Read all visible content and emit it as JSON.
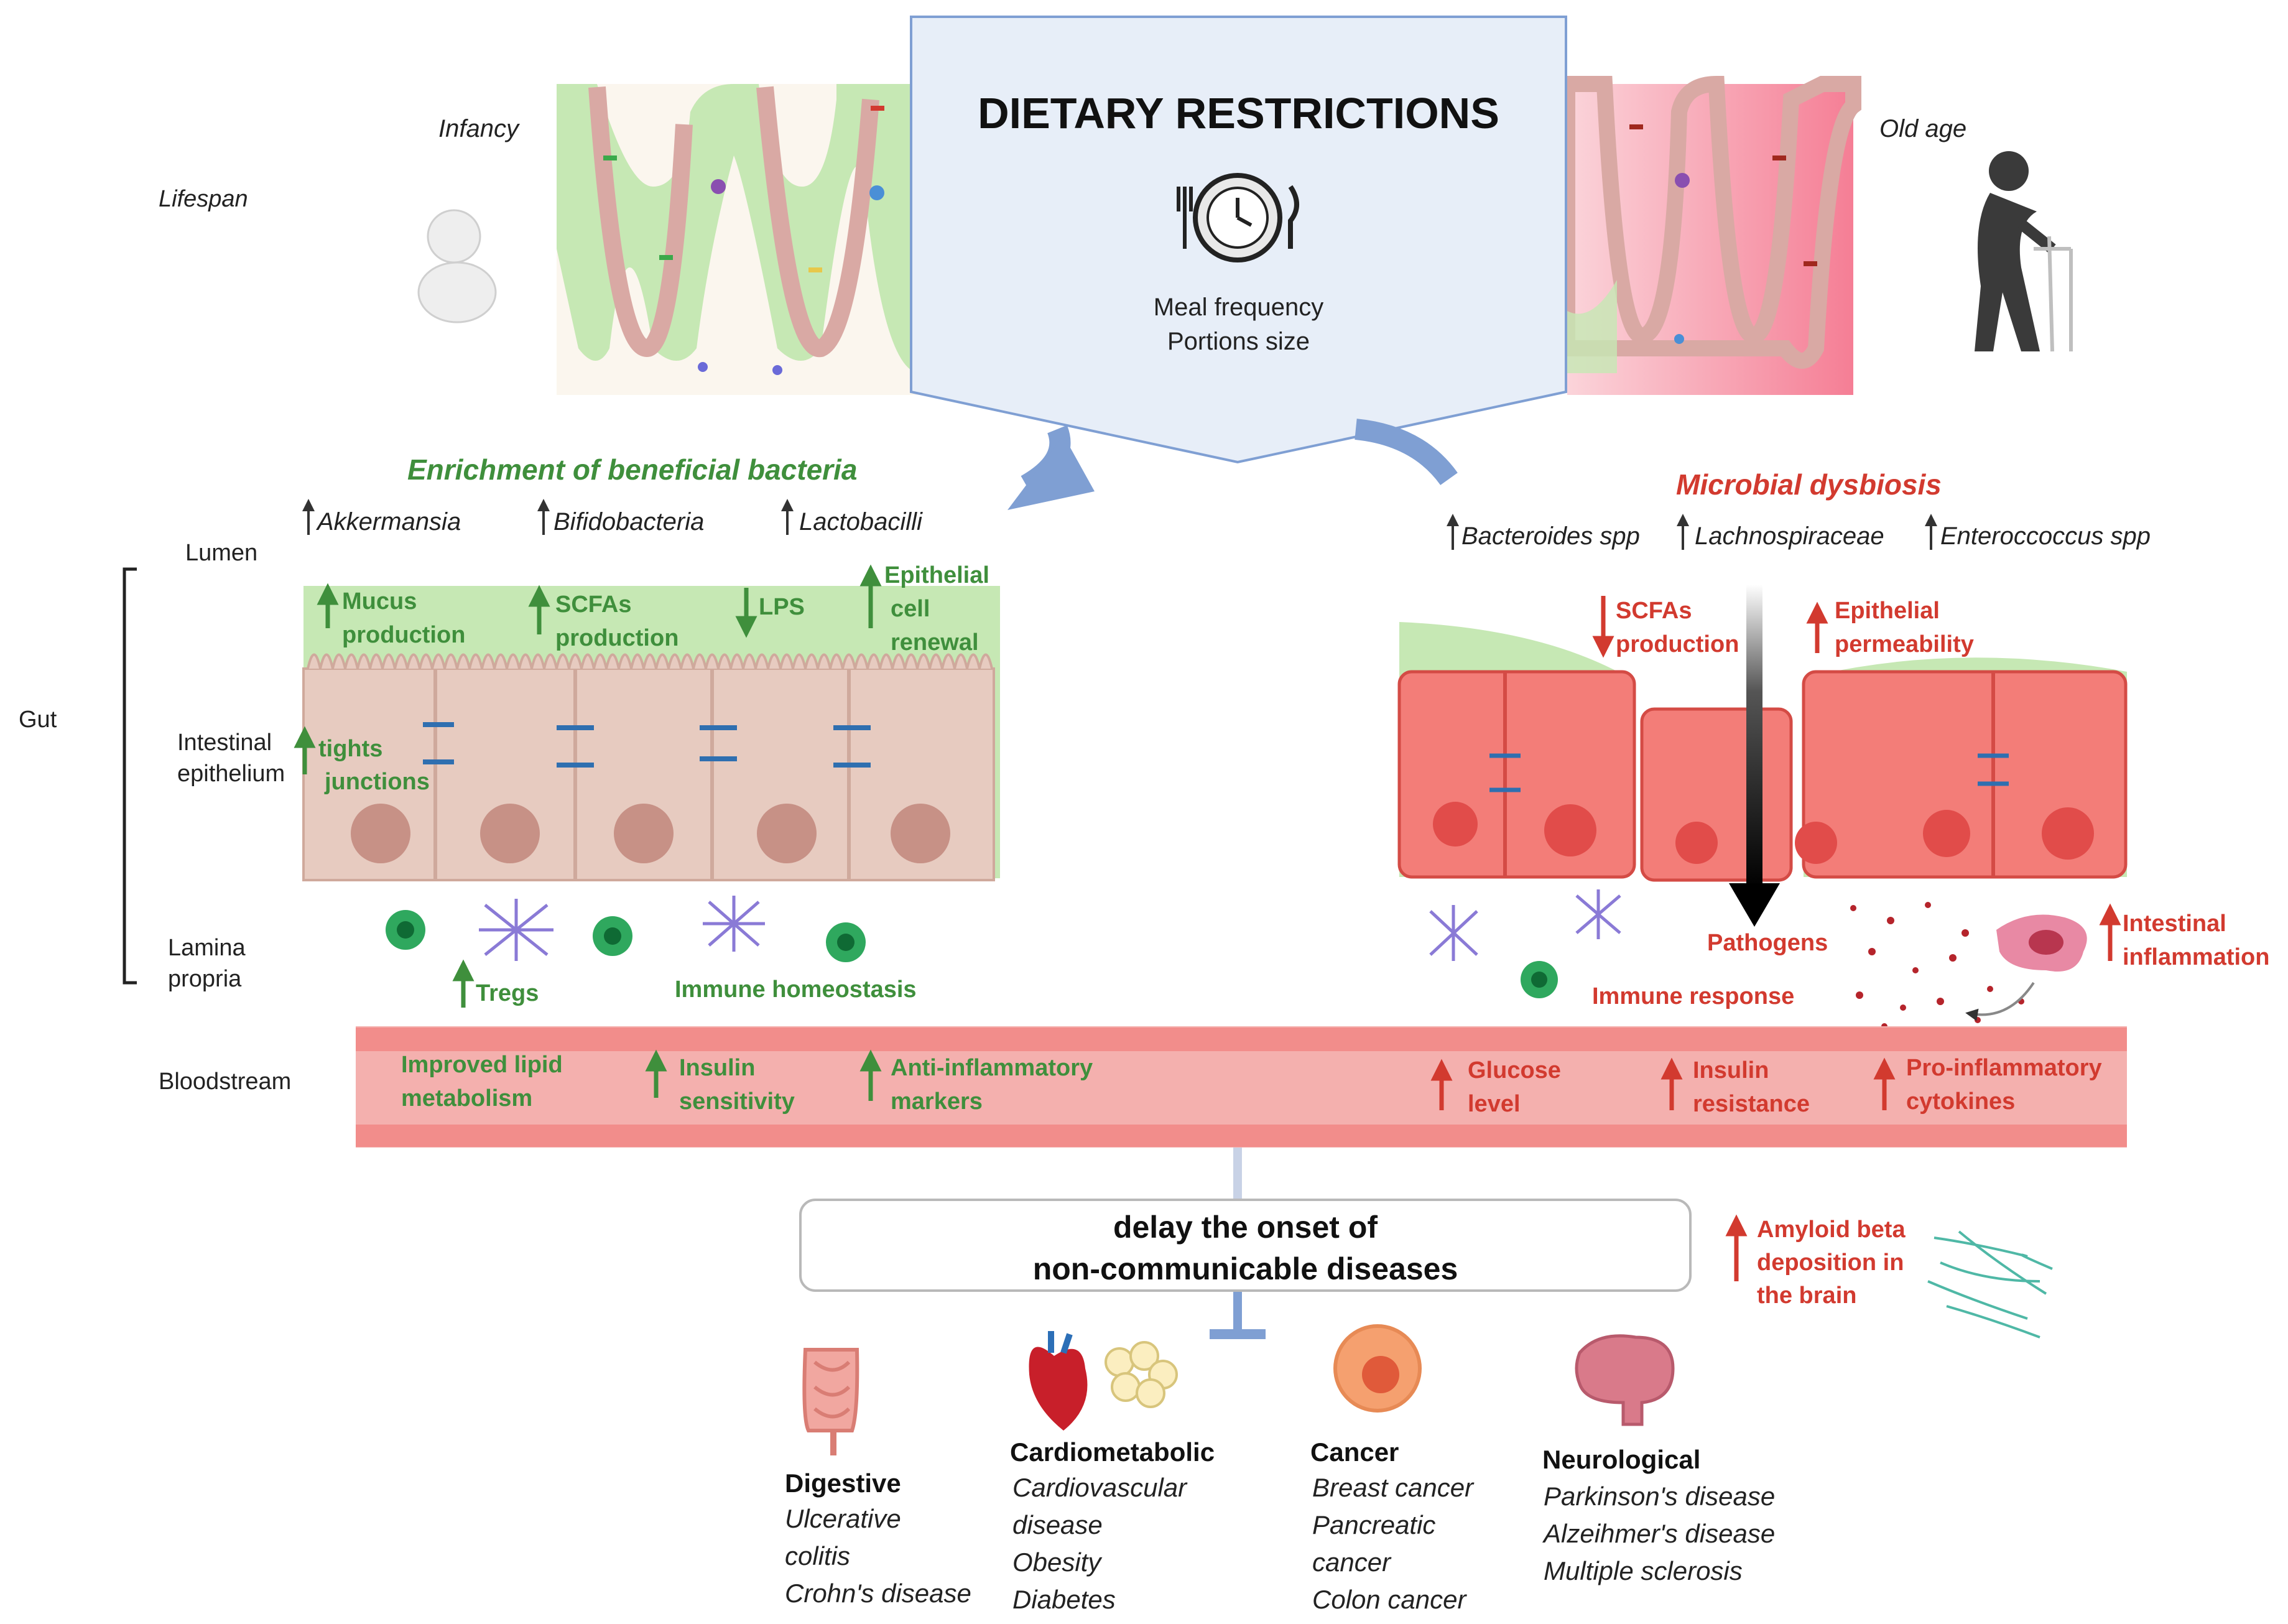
{
  "center": {
    "title": "DIETARY RESTRICTIONS",
    "meal_frequency": "Meal frequency",
    "portions_size": "Portions size",
    "icon": "plate-clock-cutlery-icon"
  },
  "side_labels": {
    "lifespan": "Lifespan",
    "lumen": "Lumen",
    "gut": "Gut",
    "intestinal": "Intestinal",
    "epithelium": "epithelium",
    "lamina": "Lamina",
    "propria": "propria",
    "bloodstream": "Bloodstream"
  },
  "lifespan": {
    "infancy": "Infancy",
    "old_age": "Old age"
  },
  "left_panel": {
    "title": "Enrichment of beneficial bacteria",
    "bacteria": [
      "Akkermansia",
      "Bifidobacteria",
      "Lactobacilli"
    ],
    "mucus": [
      "Mucus",
      "production"
    ],
    "scfas": [
      "SCFAs",
      "production"
    ],
    "lps": "LPS",
    "renewal": [
      "Epithelial",
      "cell",
      "renewal"
    ],
    "tights": [
      "tights",
      "junctions"
    ],
    "tregs": "Tregs",
    "immune_homeostasis": "Immune homeostasis"
  },
  "right_panel": {
    "title": "Microbial dysbiosis",
    "bacteria": [
      "Bacteroides spp",
      "Lachnospiraceae",
      "Enteroccoccus spp"
    ],
    "scfas": [
      "SCFAs",
      "production"
    ],
    "permeability": [
      "Epithelial",
      "permeability"
    ],
    "pathogens": "Pathogens",
    "immune_response": "Immune response",
    "inflammation": [
      "Intestinal",
      "inflammation"
    ]
  },
  "bloodstream": {
    "left": [
      [
        "Improved lipid",
        "metabolism"
      ],
      [
        "Insulin",
        "sensitivity"
      ],
      [
        "Anti-inflammatory",
        "markers"
      ]
    ],
    "right": [
      [
        "Glucose",
        "level"
      ],
      [
        "Insulin",
        "resistance"
      ],
      [
        "Pro-inflammatory",
        "cytokines"
      ]
    ]
  },
  "amyloid": [
    "Amyloid beta",
    "deposition in",
    "the brain"
  ],
  "delay_box": [
    "delay the onset of",
    "non-communicable diseases"
  ],
  "diseases": {
    "digestive": {
      "title": "Digestive",
      "items": [
        "Ulcerative",
        "colitis",
        "Crohn's disease"
      ],
      "icon": "intestine-icon"
    },
    "cardiometabolic": {
      "title": "Cardiometabolic",
      "items": [
        "Cardiovascular",
        "disease",
        "Obesity",
        "Diabetes"
      ],
      "icon": "heart-icon"
    },
    "cancer": {
      "title": "Cancer",
      "items": [
        "Breast cancer",
        "Pancreatic",
        "cancer",
        "Colon cancer"
      ],
      "icon": "tumor-cell-icon"
    },
    "neurological": {
      "title": "Neurological",
      "items": [
        "Parkinson's disease",
        "Alzeihmer's disease",
        "Multiple sclerosis"
      ],
      "icon": "brain-icon"
    }
  },
  "colors": {
    "green": "#3f8f3c",
    "red": "#d23a2f",
    "blue_arrow": "#7f9fd3",
    "box_fill": "#e7eef8",
    "blood": "#f4b0ae"
  }
}
